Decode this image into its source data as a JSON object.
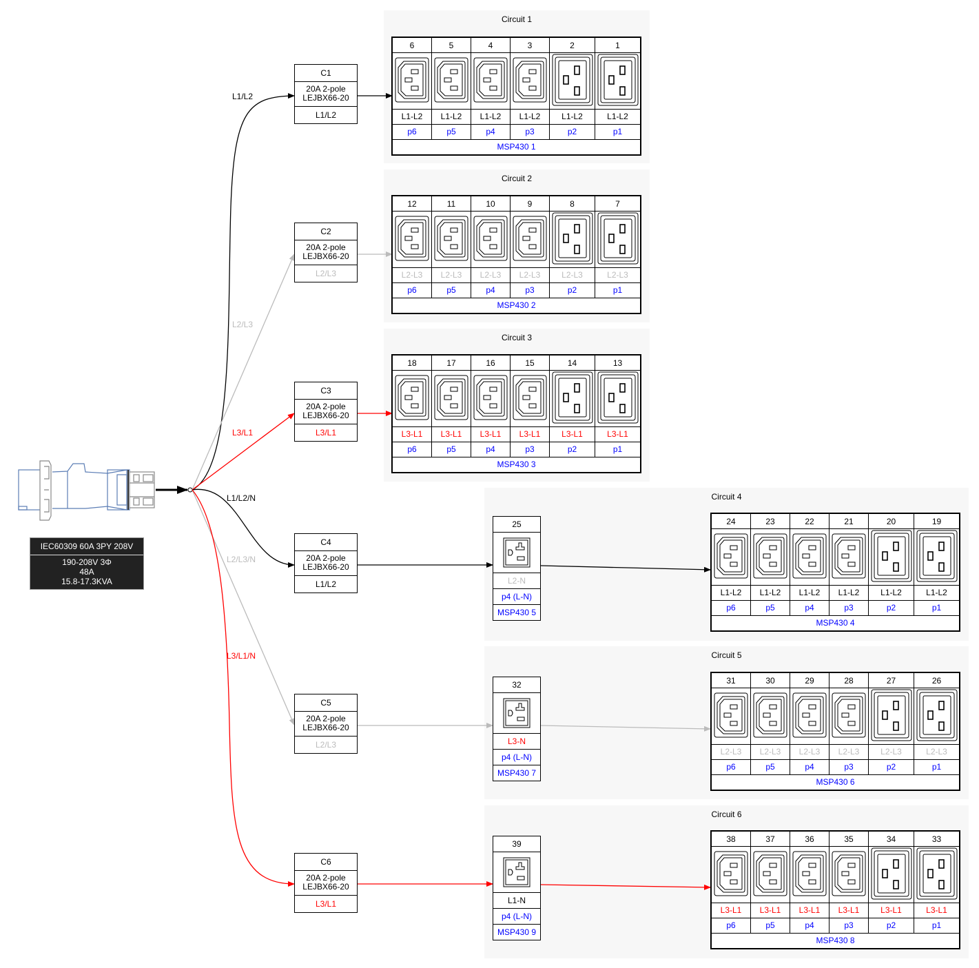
{
  "colors": {
    "black": "#000000",
    "gray": "#bbbbbb",
    "red": "#ff0000",
    "blue": "#0000ff",
    "cluster_bg": "#f7f7f7"
  },
  "source": {
    "icon": "iec60309-plug-icon",
    "title": "IEC60309 60A 3PY 208V",
    "lines": [
      "190-208V 3Φ",
      "48A",
      "15.8-17.3KVA"
    ]
  },
  "feeds": [
    {
      "label": "L1/L2",
      "color": "black"
    },
    {
      "label": "L2/L3",
      "color": "gray"
    },
    {
      "label": "L3/L1",
      "color": "red"
    },
    {
      "label": "L1/L2/N",
      "color": "black"
    },
    {
      "label": "L2/L3/N",
      "color": "gray"
    },
    {
      "label": "L3/L1/N",
      "color": "red"
    }
  ],
  "breakers": [
    {
      "name": "C1",
      "spec1": "20A 2-pole",
      "spec2": "LEJBX66-20",
      "phase": "L1/L2",
      "color": "black"
    },
    {
      "name": "C2",
      "spec1": "20A 2-pole",
      "spec2": "LEJBX66-20",
      "phase": "L2/L3",
      "color": "gray"
    },
    {
      "name": "C3",
      "spec1": "20A 2-pole",
      "spec2": "LEJBX66-20",
      "phase": "L3/L1",
      "color": "red"
    },
    {
      "name": "C4",
      "spec1": "20A 2-pole",
      "spec2": "LEJBX66-20",
      "phase": "L1/L2",
      "color": "black"
    },
    {
      "name": "C5",
      "spec1": "20A 2-pole",
      "spec2": "LEJBX66-20",
      "phase": "L2/L3",
      "color": "gray"
    },
    {
      "name": "C6",
      "spec1": "20A 2-pole",
      "spec2": "LEJBX66-20",
      "phase": "L3/L1",
      "color": "red"
    }
  ],
  "circuits": [
    {
      "title": "Circuit 1",
      "pdu": {
        "name": "MSP430 1",
        "phase": "L1-L2",
        "color": "black",
        "outlets": [
          "6",
          "5",
          "4",
          "3",
          "2",
          "1"
        ],
        "ports": [
          "p6",
          "p5",
          "p4",
          "p3",
          "p2",
          "p1"
        ],
        "types": [
          "C13",
          "C13",
          "C13",
          "C13",
          "C19",
          "C19"
        ]
      }
    },
    {
      "title": "Circuit 2",
      "pdu": {
        "name": "MSP430 2",
        "phase": "L2-L3",
        "color": "gray",
        "outlets": [
          "12",
          "11",
          "10",
          "9",
          "8",
          "7"
        ],
        "ports": [
          "p6",
          "p5",
          "p4",
          "p3",
          "p2",
          "p1"
        ],
        "types": [
          "C13",
          "C13",
          "C13",
          "C13",
          "C19",
          "C19"
        ]
      }
    },
    {
      "title": "Circuit 3",
      "pdu": {
        "name": "MSP430 3",
        "phase": "L3-L1",
        "color": "red",
        "outlets": [
          "18",
          "17",
          "16",
          "15",
          "14",
          "13"
        ],
        "ports": [
          "p6",
          "p5",
          "p4",
          "p3",
          "p2",
          "p1"
        ],
        "types": [
          "C13",
          "C13",
          "C13",
          "C13",
          "C19",
          "C19"
        ]
      }
    },
    {
      "title": "Circuit 4",
      "single": {
        "outlet": "25",
        "phase": "L2-N",
        "phase_color": "gray",
        "port": "p4 (L-N)",
        "name": "MSP430 5"
      },
      "pdu": {
        "name": "MSP430 4",
        "phase": "L1-L2",
        "color": "black",
        "outlets": [
          "24",
          "23",
          "22",
          "21",
          "20",
          "19"
        ],
        "ports": [
          "p6",
          "p5",
          "p4",
          "p3",
          "p2",
          "p1"
        ],
        "types": [
          "C13",
          "C13",
          "C13",
          "C13",
          "C19",
          "C19"
        ]
      }
    },
    {
      "title": "Circuit 5",
      "single": {
        "outlet": "32",
        "phase": "L3-N",
        "phase_color": "red",
        "port": "p4 (L-N)",
        "name": "MSP430 7"
      },
      "pdu": {
        "name": "MSP430 6",
        "phase": "L2-L3",
        "color": "gray",
        "outlets": [
          "31",
          "30",
          "29",
          "28",
          "27",
          "26"
        ],
        "ports": [
          "p6",
          "p5",
          "p4",
          "p3",
          "p2",
          "p1"
        ],
        "types": [
          "C13",
          "C13",
          "C13",
          "C13",
          "C19",
          "C19"
        ]
      }
    },
    {
      "title": "Circuit 6",
      "single": {
        "outlet": "39",
        "phase": "L1-N",
        "phase_color": "black",
        "port": "p4 (L-N)",
        "name": "MSP430 9"
      },
      "pdu": {
        "name": "MSP430 8",
        "phase": "L3-L1",
        "color": "red",
        "outlets": [
          "38",
          "37",
          "36",
          "35",
          "34",
          "33"
        ],
        "ports": [
          "p6",
          "p5",
          "p4",
          "p3",
          "p2",
          "p1"
        ],
        "types": [
          "C13",
          "C13",
          "C13",
          "C13",
          "C19",
          "C19"
        ]
      }
    }
  ]
}
